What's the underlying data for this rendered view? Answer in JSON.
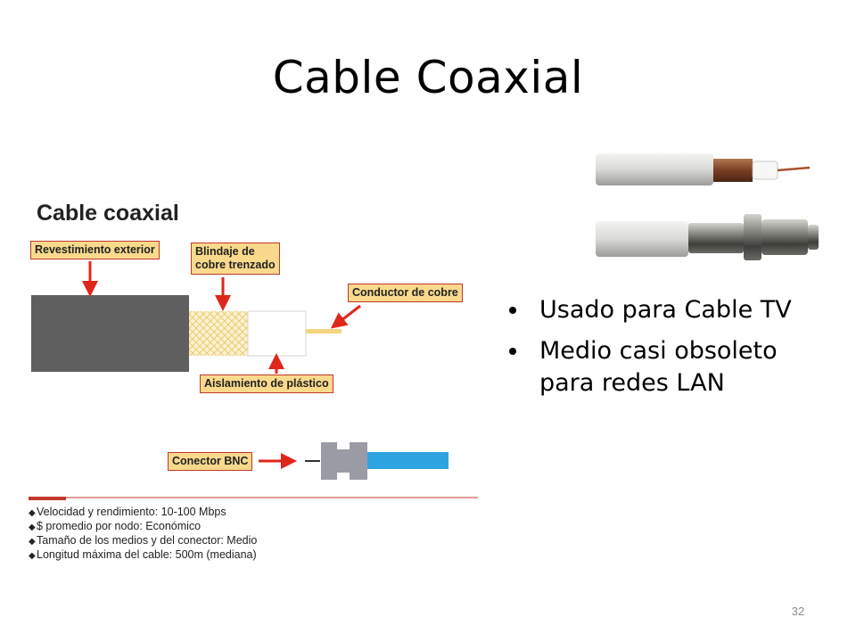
{
  "slide": {
    "title": "Cable Coaxial",
    "page_number": "32"
  },
  "diagram": {
    "heading": "Cable coaxial",
    "labels": {
      "outer_jacket": "Revestimiento exterior",
      "braided_shield_line1": "Blindaje de",
      "braided_shield_line2": "cobre trenzado",
      "copper_conductor": "Conductor de cobre",
      "plastic_insulation": "Aislamiento de plástico",
      "bnc_connector": "Conector BNC"
    },
    "specs": [
      "Velocidad y rendimiento:  10-100 Mbps",
      "$ promedio por nodo:  Económico",
      "Tamaño de los medios y del conector:  Medio",
      "Longitud máxima del cable:  500m (mediana)"
    ],
    "colors": {
      "jacket": "#5f5f5f",
      "shield": "#f5e3a9",
      "conductor": "#f2d57e",
      "connector": "#9b9ba6",
      "cable_blue": "#2da4e0",
      "arrow": "#e0261b",
      "label_bg": "#f9d98c",
      "rule": "#c0392b"
    }
  },
  "bullets": [
    "Usado para Cable TV",
    "Medio casi obsoleto para redes LAN"
  ]
}
